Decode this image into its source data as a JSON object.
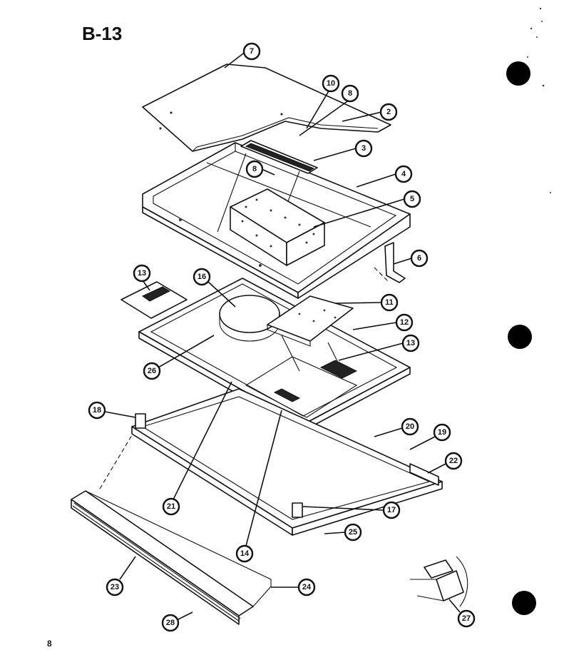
{
  "header": {
    "title": "B-13"
  },
  "footer": {
    "page_number": "8"
  },
  "callouts": [
    {
      "label": "7"
    },
    {
      "label": "10"
    },
    {
      "label": "8"
    },
    {
      "label": "2"
    },
    {
      "label": "3"
    },
    {
      "label": "8"
    },
    {
      "label": "4"
    },
    {
      "label": "5"
    },
    {
      "label": "6"
    },
    {
      "label": "13"
    },
    {
      "label": "16"
    },
    {
      "label": "11"
    },
    {
      "label": "12"
    },
    {
      "label": "13"
    },
    {
      "label": "26"
    },
    {
      "label": "18"
    },
    {
      "label": "20"
    },
    {
      "label": "19"
    },
    {
      "label": "22"
    },
    {
      "label": "21"
    },
    {
      "label": "14"
    },
    {
      "label": "17"
    },
    {
      "label": "25"
    },
    {
      "label": "23"
    },
    {
      "label": "24"
    },
    {
      "label": "28"
    },
    {
      "label": "27"
    }
  ],
  "colors": {
    "ink": "#111111",
    "paper": "#ffffff"
  }
}
